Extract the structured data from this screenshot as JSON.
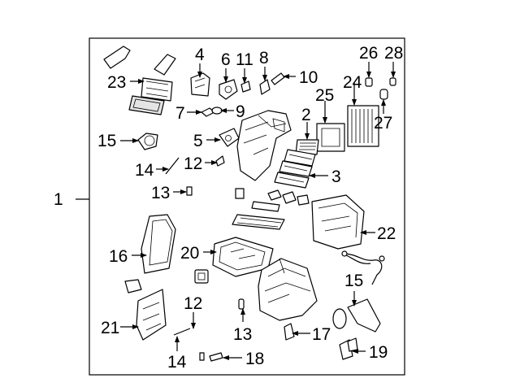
{
  "diagram": {
    "assembly_callout": "1",
    "callouts": [
      {
        "key": "c23",
        "label": "23"
      },
      {
        "key": "c4",
        "label": "4"
      },
      {
        "key": "c6",
        "label": "6"
      },
      {
        "key": "c11",
        "label": "11"
      },
      {
        "key": "c8",
        "label": "8"
      },
      {
        "key": "c10",
        "label": "10"
      },
      {
        "key": "c26",
        "label": "26"
      },
      {
        "key": "c28",
        "label": "28"
      },
      {
        "key": "c24",
        "label": "24"
      },
      {
        "key": "c25",
        "label": "25"
      },
      {
        "key": "c27",
        "label": "27"
      },
      {
        "key": "c7",
        "label": "7"
      },
      {
        "key": "c9",
        "label": "9"
      },
      {
        "key": "c2",
        "label": "2"
      },
      {
        "key": "c5",
        "label": "5"
      },
      {
        "key": "c15a",
        "label": "15"
      },
      {
        "key": "c14a",
        "label": "14"
      },
      {
        "key": "c12a",
        "label": "12"
      },
      {
        "key": "c3",
        "label": "3"
      },
      {
        "key": "c13a",
        "label": "13"
      },
      {
        "key": "c22",
        "label": "22"
      },
      {
        "key": "c16",
        "label": "16"
      },
      {
        "key": "c20",
        "label": "20"
      },
      {
        "key": "c15b",
        "label": "15"
      },
      {
        "key": "c12b",
        "label": "12"
      },
      {
        "key": "c21",
        "label": "21"
      },
      {
        "key": "c13b",
        "label": "13"
      },
      {
        "key": "c17",
        "label": "17"
      },
      {
        "key": "c14b",
        "label": "14"
      },
      {
        "key": "c18",
        "label": "18"
      },
      {
        "key": "c19",
        "label": "19"
      }
    ]
  }
}
